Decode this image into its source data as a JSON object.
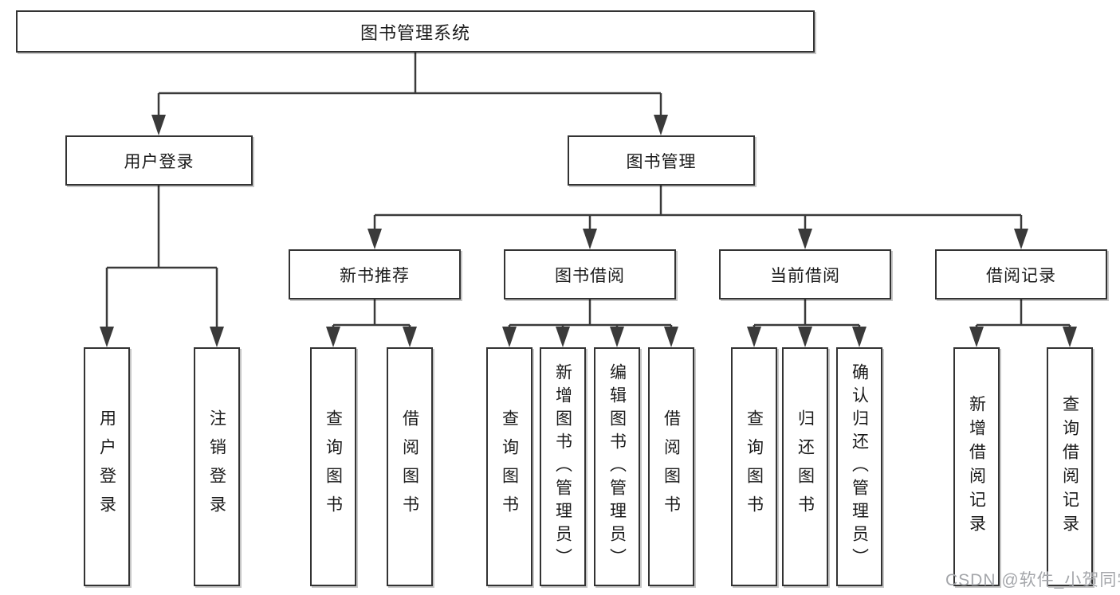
{
  "diagram": {
    "title": "图书管理系统",
    "type": "functional-structure-tree"
  },
  "tree": {
    "root": "图书管理系统",
    "level2": [
      "用户登录",
      "图书管理"
    ],
    "level3": [
      "新书推荐",
      "图书借阅",
      "当前借阅",
      "借阅记录"
    ],
    "leaves_user_login": [
      "用户登录",
      "注销登录"
    ],
    "leaves_new_book": [
      "查询图书",
      "借阅图书"
    ],
    "leaves_book_borrow": [
      "查询图书",
      "新增图书（管理员）",
      "编辑图书（管理员）",
      "借阅图书"
    ],
    "leaves_current_borrow": [
      "查询图书",
      "归还图书",
      "确认归还（管理员）"
    ],
    "leaves_borrow_records": [
      "新增借阅记录",
      "查询借阅记录"
    ]
  },
  "watermark": {
    "text": "CSDN @软件_小贺同学",
    "color": "#a4a6aa"
  },
  "colors": {
    "background": "#ffffff",
    "box_border": "#333333",
    "connector_line": "#3a3a3a",
    "text": "#1a1a1a"
  }
}
